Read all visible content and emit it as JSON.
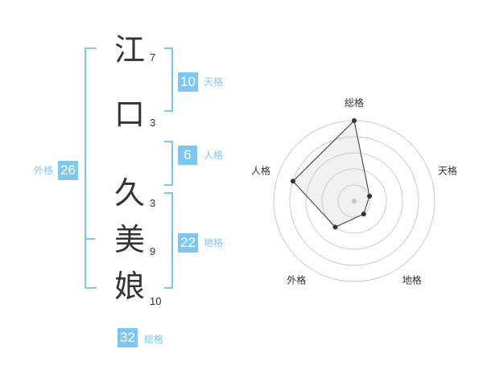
{
  "name": {
    "characters": [
      {
        "char": "江",
        "strokes": "7"
      },
      {
        "char": "口",
        "strokes": "3"
      },
      {
        "char": "久",
        "strokes": "3"
      },
      {
        "char": "美",
        "strokes": "9"
      },
      {
        "char": "娘",
        "strokes": "10"
      }
    ]
  },
  "fortune": {
    "tenkaku": {
      "value": "10",
      "label": "天格"
    },
    "jinkaku": {
      "value": "6",
      "label": "人格"
    },
    "chikaku": {
      "value": "22",
      "label": "地格"
    },
    "gaikaku": {
      "value": "26",
      "label": "外格"
    },
    "soukaku": {
      "value": "32",
      "label": "総格"
    }
  },
  "colors": {
    "accent": "#7cc8f5",
    "text": "#333333",
    "grid": "#cccccc"
  },
  "chart_data": {
    "type": "radar",
    "axes": [
      "総格",
      "天格",
      "地格",
      "外格",
      "人格"
    ],
    "values": [
      5,
      1,
      1,
      2,
      4
    ],
    "max": 5
  }
}
